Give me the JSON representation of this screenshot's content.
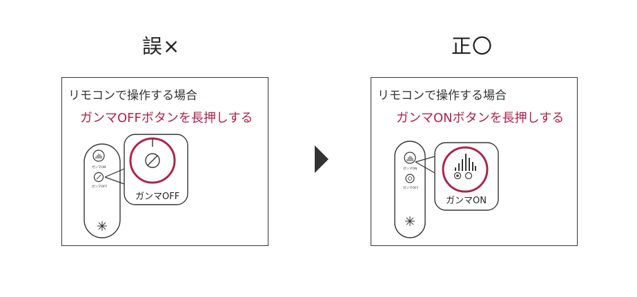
{
  "headings": {
    "wrong": "誤×",
    "right": "正〇"
  },
  "panel_wrong": {
    "title": "リモコンで操作する場合",
    "instruction": "ガンマOFFボタンを長押しする",
    "zoom_label": "ガンマOFF",
    "remote_labels": [
      "ガンマON",
      "ガンマOFF"
    ]
  },
  "panel_right": {
    "title": "リモコンで操作する場合",
    "instruction": "ガンマONボタンを長押しする",
    "zoom_label": "ガンマON",
    "remote_labels": [
      "ガンマON",
      "ガンマOFF"
    ]
  },
  "colors": {
    "accent": "#b0224a",
    "outline": "#333333"
  },
  "icons": [
    "play-arrow-icon",
    "remote-control-icon",
    "gamma-on-button-icon",
    "gamma-off-button-icon",
    "power-icon"
  ]
}
